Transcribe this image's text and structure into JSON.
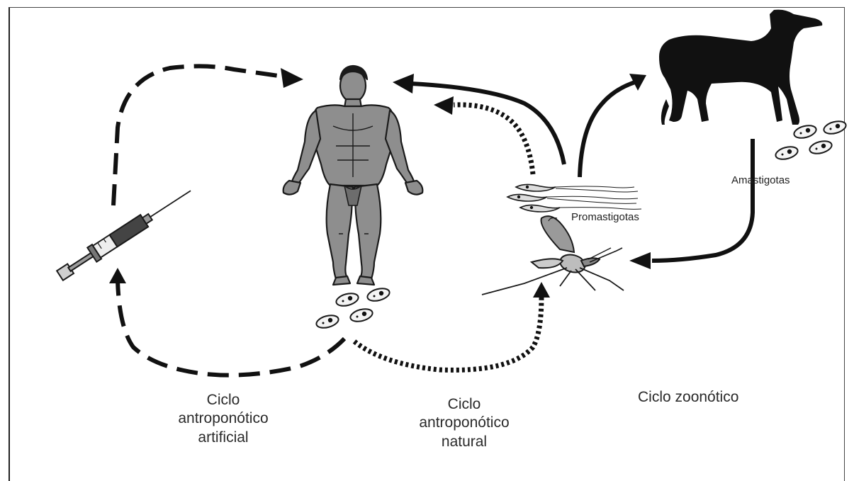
{
  "labels": {
    "promastigotes": "Promastigotas",
    "amastigotes": "Amastigotas",
    "cycle_artificial": [
      "Ciclo",
      "antroponótico",
      "artificial"
    ],
    "cycle_natural": [
      "Ciclo",
      "antroponótico",
      "natural"
    ],
    "cycle_zoonotic": "Ciclo zoonótico"
  },
  "nodes": [
    "human",
    "dog",
    "sandfly",
    "syringe"
  ],
  "arrow_styles": {
    "artificial": "dashed",
    "natural": "dotted",
    "zoonotic": "solid"
  },
  "colors": {
    "ink": "#111111",
    "human_fill": "#8e8e8e",
    "background": "#ffffff"
  }
}
